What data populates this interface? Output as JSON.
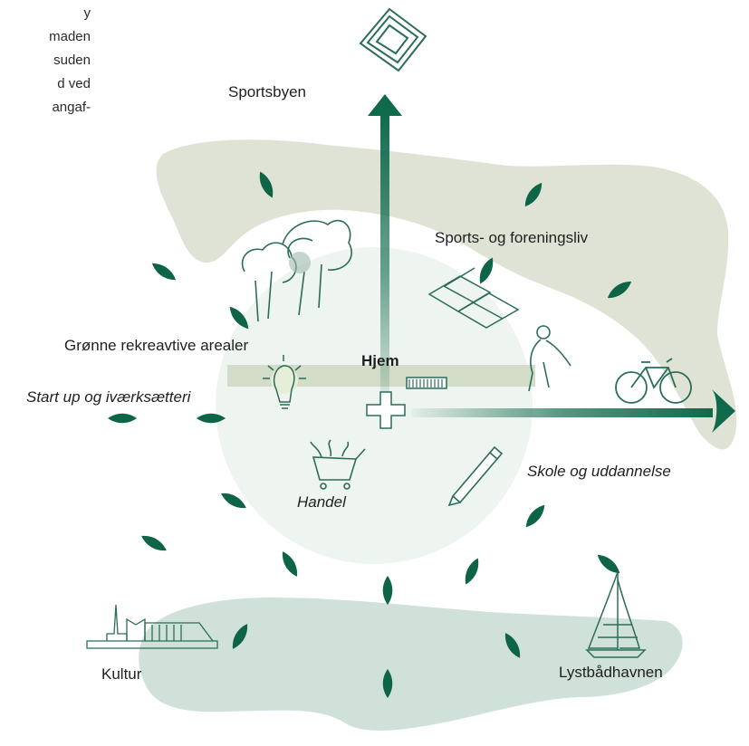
{
  "intro_fragments": [
    "y",
    "maden",
    "suden",
    "d ved",
    "angaf-"
  ],
  "center": {
    "label": "Hjem"
  },
  "labels": {
    "sportsbyen": "Sportsbyen",
    "sports_foreningsliv": "Sports- og foreningsliv",
    "groenne": "Grønne rekreavtive arealer",
    "startup": "Start up og iværksætteri",
    "skole": "Skole og uddannelse",
    "handel": "Handel",
    "kultur": "Kultur",
    "lystbaadhavnen": "Lystbådhavnen"
  },
  "colors": {
    "dark_green": "#0f6a4c",
    "leaf": "#0e6446",
    "line": "#2b6d58",
    "land_top": "#dfe3d6",
    "water": "#cfe1d8",
    "circle": "#edf3ef",
    "band": "#d2dcc9"
  },
  "icons": [
    "stadium-icon",
    "trees-icon",
    "football-fields-icon",
    "person-icon",
    "bicycle-icon",
    "lightbulb-icon",
    "bench-icon",
    "cross-icon",
    "shopping-cart-icon",
    "pencil-icon",
    "concert-hall-icon",
    "sailboat-icon"
  ]
}
